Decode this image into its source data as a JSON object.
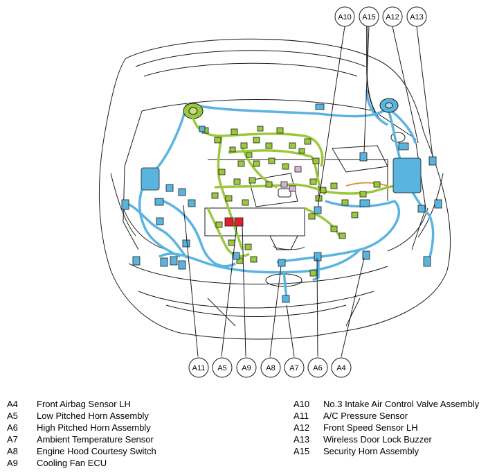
{
  "callouts": {
    "a10": "A10",
    "a15": "A15",
    "a12": "A12",
    "a13": "A13",
    "a11": "A11",
    "a5": "A5",
    "a9": "A9",
    "a8": "A8",
    "a7": "A7",
    "a6": "A6",
    "a4": "A4"
  },
  "legend": {
    "left": [
      {
        "code": "A4",
        "name": "Front Airbag Sensor LH"
      },
      {
        "code": "A5",
        "name": "Low Pitched Horn Assembly"
      },
      {
        "code": "A6",
        "name": "High Pitched Horn Assembly"
      },
      {
        "code": "A7",
        "name": "Ambient Temperature Sensor"
      },
      {
        "code": "A8",
        "name": "Engine Hood Courtesy Switch"
      },
      {
        "code": "A9",
        "name": "Cooling Fan ECU"
      }
    ],
    "right": [
      {
        "code": "A10",
        "name": "No.3 Intake Air Control Valve Assembly"
      },
      {
        "code": "A11",
        "name": "A/C Pressure Sensor"
      },
      {
        "code": "A12",
        "name": "Front Speed Sensor LH"
      },
      {
        "code": "A13",
        "name": "Wireless Door Lock Buzzer"
      },
      {
        "code": "A15",
        "name": "Security Horn Assembly"
      }
    ]
  },
  "colors": {
    "harness_blue": "#5ab4e0",
    "harness_green": "#9cc83c",
    "connector_red": "#e0202a",
    "connector_pink": "#d8b4d8",
    "line": "#1a1a1a"
  }
}
